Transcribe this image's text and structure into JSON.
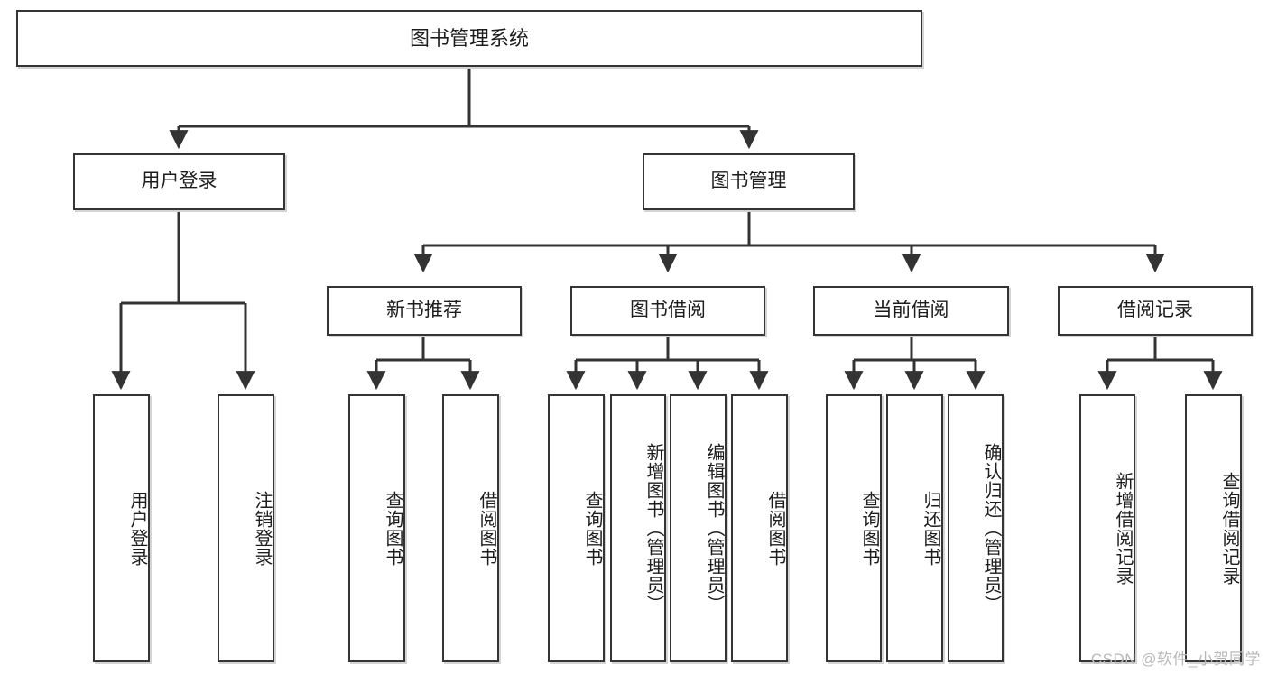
{
  "chart_data": {
    "type": "diagram",
    "title": "图书管理系统",
    "diagram_kind": "功能结构图 (function tree / hierarchy chart)",
    "orientation": "top-down",
    "levels": 4,
    "nodes": [
      {
        "id": "root",
        "label": "图书管理系统",
        "level": 0,
        "parent": null
      },
      {
        "id": "login",
        "label": "用户登录",
        "level": 1,
        "parent": "root"
      },
      {
        "id": "bookmgr",
        "label": "图书管理",
        "level": 1,
        "parent": "root"
      },
      {
        "id": "login_in",
        "label": "用户登录",
        "level": 2,
        "parent": "login"
      },
      {
        "id": "login_out",
        "label": "注销登录",
        "level": 2,
        "parent": "login"
      },
      {
        "id": "newbook",
        "label": "新书推荐",
        "level": 2,
        "parent": "bookmgr"
      },
      {
        "id": "borrowbook",
        "label": "图书借阅",
        "level": 2,
        "parent": "bookmgr"
      },
      {
        "id": "current",
        "label": "当前借阅",
        "level": 2,
        "parent": "bookmgr"
      },
      {
        "id": "record",
        "label": "借阅记录",
        "level": 2,
        "parent": "bookmgr"
      },
      {
        "id": "nb_query",
        "label": "查询图书",
        "level": 3,
        "parent": "newbook"
      },
      {
        "id": "nb_borrow",
        "label": "借阅图书",
        "level": 3,
        "parent": "newbook"
      },
      {
        "id": "bb_query",
        "label": "查询图书",
        "level": 3,
        "parent": "borrowbook"
      },
      {
        "id": "bb_add",
        "label": "新增图书（管理员）",
        "level": 3,
        "parent": "borrowbook"
      },
      {
        "id": "bb_edit",
        "label": "编辑图书（管理员）",
        "level": 3,
        "parent": "borrowbook"
      },
      {
        "id": "bb_borrow",
        "label": "借阅图书",
        "level": 3,
        "parent": "borrowbook"
      },
      {
        "id": "cu_query",
        "label": "查询图书",
        "level": 3,
        "parent": "current"
      },
      {
        "id": "cu_return",
        "label": "归还图书",
        "level": 3,
        "parent": "current"
      },
      {
        "id": "cu_confirm",
        "label": "确认归还（管理员）",
        "level": 3,
        "parent": "current"
      },
      {
        "id": "rc_add",
        "label": "新增借阅记录",
        "level": 3,
        "parent": "record"
      },
      {
        "id": "rc_query",
        "label": "查询借阅记录",
        "level": 3,
        "parent": "record"
      }
    ],
    "edges": [
      {
        "from": "root",
        "to": "login"
      },
      {
        "from": "root",
        "to": "bookmgr"
      },
      {
        "from": "login",
        "to": "login_in"
      },
      {
        "from": "login",
        "to": "login_out"
      },
      {
        "from": "bookmgr",
        "to": "newbook"
      },
      {
        "from": "bookmgr",
        "to": "borrowbook"
      },
      {
        "from": "bookmgr",
        "to": "current"
      },
      {
        "from": "bookmgr",
        "to": "record"
      },
      {
        "from": "newbook",
        "to": "nb_query"
      },
      {
        "from": "newbook",
        "to": "nb_borrow"
      },
      {
        "from": "borrowbook",
        "to": "bb_query"
      },
      {
        "from": "borrowbook",
        "to": "bb_add"
      },
      {
        "from": "borrowbook",
        "to": "bb_edit"
      },
      {
        "from": "borrowbook",
        "to": "bb_borrow"
      },
      {
        "from": "current",
        "to": "cu_query"
      },
      {
        "from": "current",
        "to": "cu_return"
      },
      {
        "from": "current",
        "to": "cu_confirm"
      },
      {
        "from": "record",
        "to": "rc_add"
      },
      {
        "from": "record",
        "to": "rc_query"
      }
    ],
    "colors": {
      "box_border": "#353535",
      "box_fill": "#ffffff",
      "box_shadow": "#d4d4d4",
      "edge": "#333333",
      "text": "#1d1d1d",
      "watermark": "#b9b9b9"
    }
  },
  "diagram": {
    "root": {
      "label": "图书管理系统"
    },
    "level1": {
      "login": {
        "label": "用户登录"
      },
      "bookmgr": {
        "label": "图书管理"
      }
    },
    "level2": {
      "login_in": {
        "label": "用户登录"
      },
      "login_out": {
        "label": "注销登录"
      },
      "newbook": {
        "label": "新书推荐"
      },
      "borrowbook": {
        "label": "图书借阅"
      },
      "current": {
        "label": "当前借阅"
      },
      "record": {
        "label": "借阅记录"
      }
    },
    "leaves": {
      "nb_query": {
        "label": "查询图书"
      },
      "nb_borrow": {
        "label": "借阅图书"
      },
      "bb_query": {
        "label": "查询图书"
      },
      "bb_add": {
        "label": "新增图书（管理员）"
      },
      "bb_edit": {
        "label": "编辑图书（管理员）"
      },
      "bb_borrow": {
        "label": "借阅图书"
      },
      "cu_query": {
        "label": "查询图书"
      },
      "cu_return": {
        "label": "归还图书"
      },
      "cu_confirm": {
        "label": "确认归还（管理员）"
      },
      "rc_add": {
        "label": "新增借阅记录"
      },
      "rc_query": {
        "label": "查询借阅记录"
      }
    }
  },
  "watermark": {
    "text": "CSDN @软件_小贺同学"
  }
}
